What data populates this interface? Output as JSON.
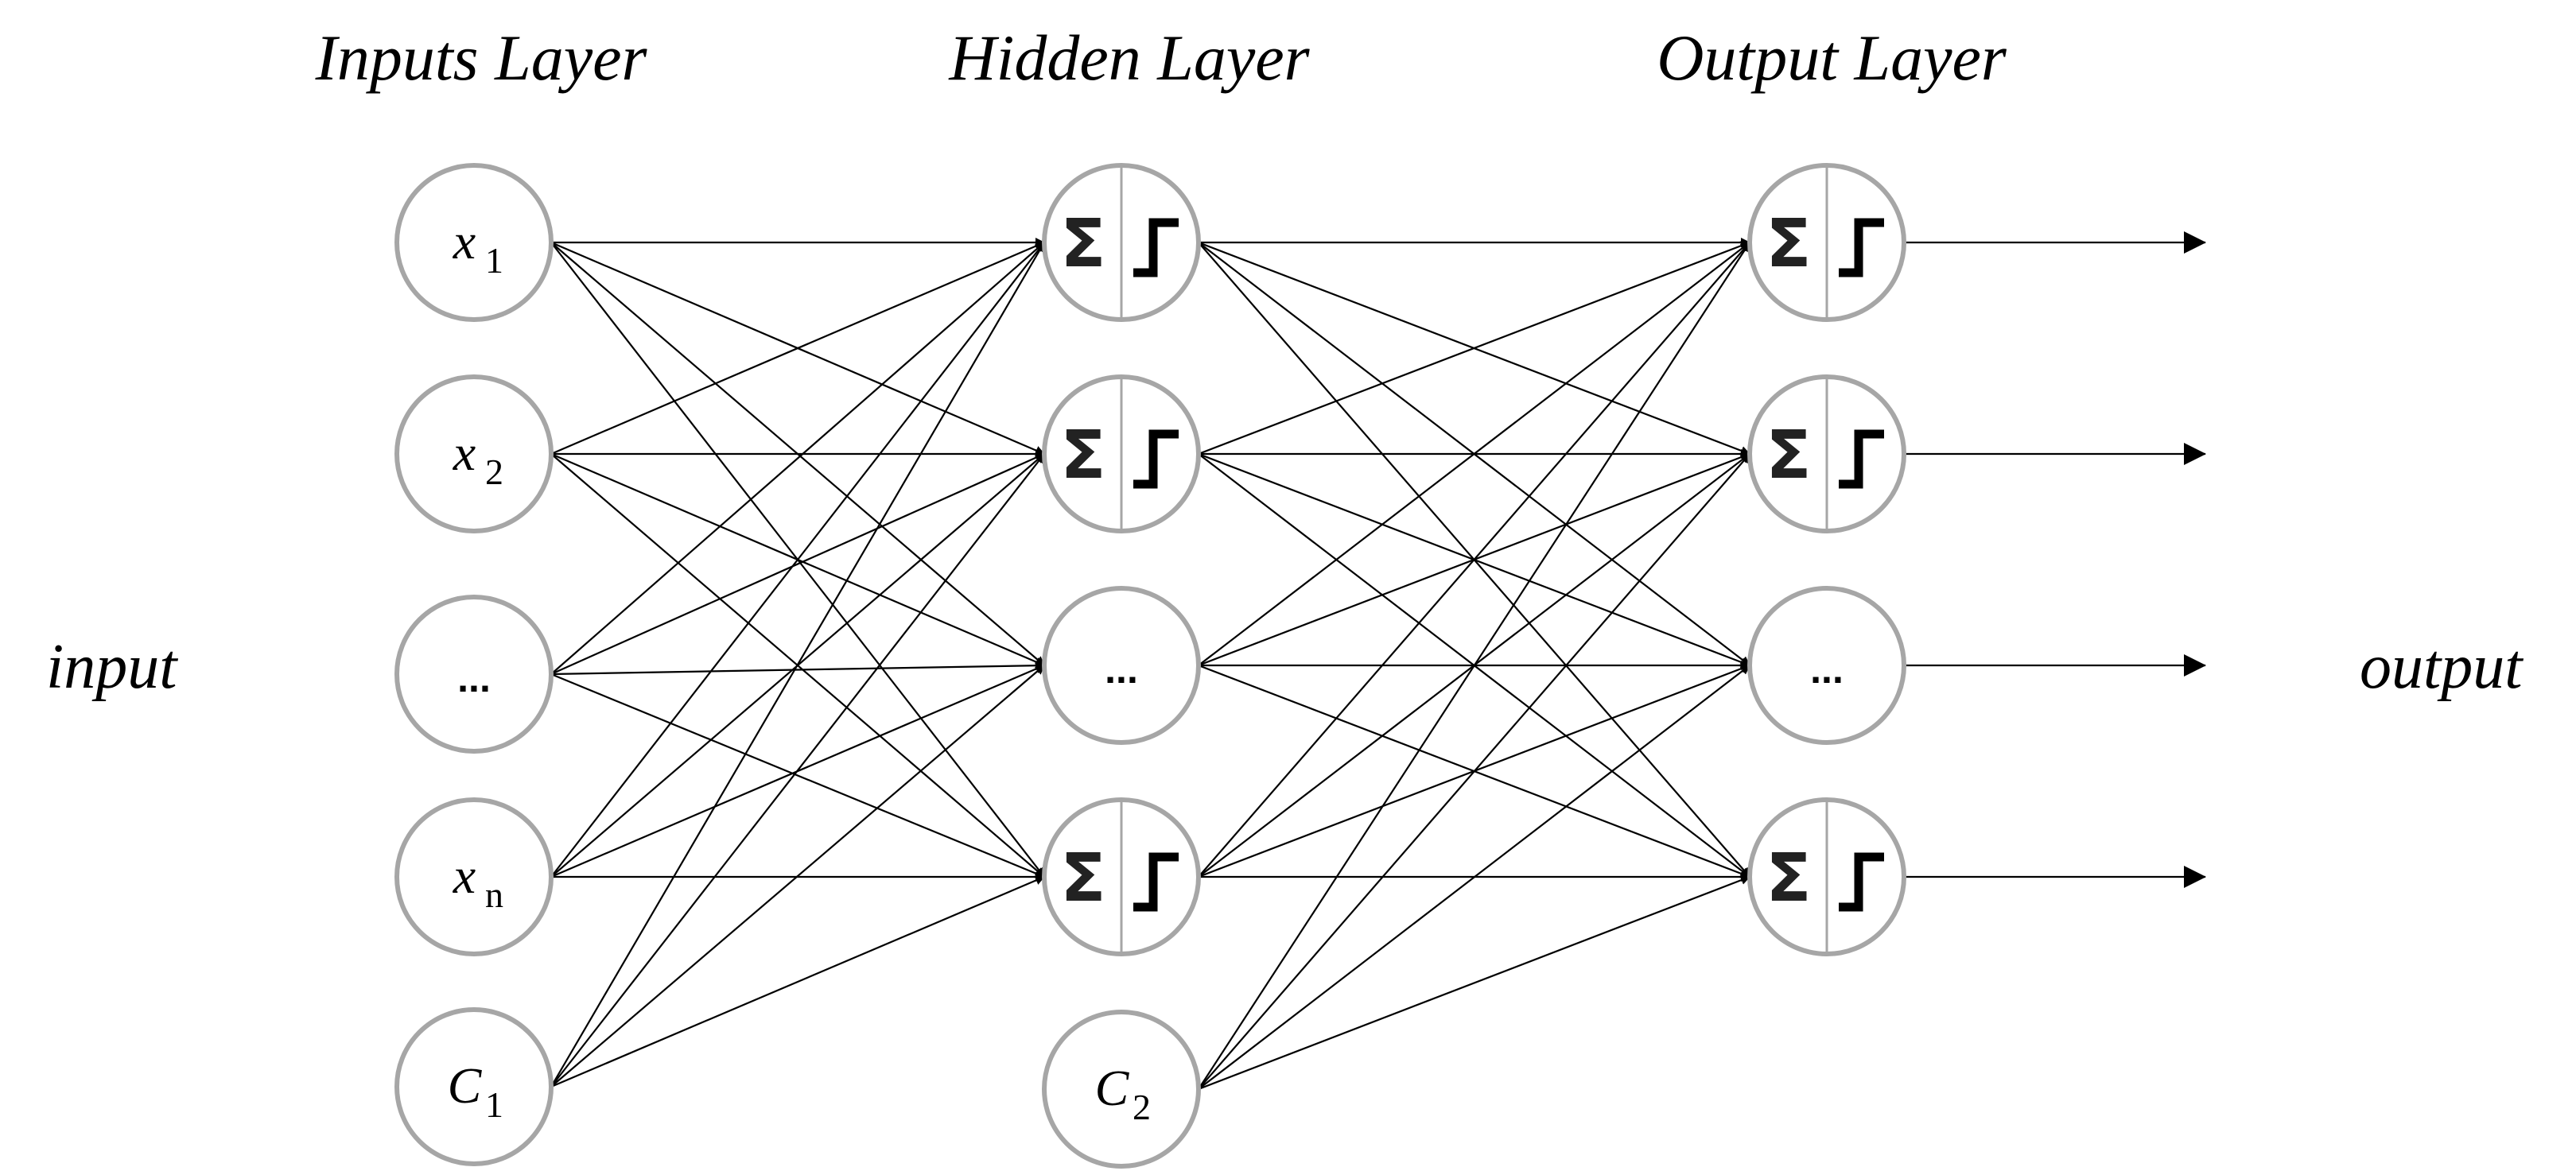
{
  "titles": {
    "input_layer": "Inputs Layer",
    "hidden_layer": "Hidden Layer",
    "output_layer": "Output Layer"
  },
  "side_labels": {
    "input": "input",
    "output": "output"
  },
  "colors": {
    "node_stroke": "#a6a6a6",
    "edge": "#000000",
    "sigma": "#222222",
    "background": "#ffffff"
  },
  "layers": {
    "input": {
      "nodes": [
        {
          "id": "x1",
          "type": "variable",
          "symbol": "x",
          "subscript": "1"
        },
        {
          "id": "x2",
          "type": "variable",
          "symbol": "x",
          "subscript": "2"
        },
        {
          "id": "x_dots",
          "type": "ellipsis",
          "text": "..."
        },
        {
          "id": "xn",
          "type": "variable",
          "symbol": "x",
          "subscript": "n"
        },
        {
          "id": "c1",
          "type": "bias",
          "symbol": "C",
          "subscript": "1"
        }
      ]
    },
    "hidden": {
      "nodes": [
        {
          "id": "h1",
          "type": "neuron",
          "sum_symbol": "Σ",
          "activation": "step"
        },
        {
          "id": "h2",
          "type": "neuron",
          "sum_symbol": "Σ",
          "activation": "step"
        },
        {
          "id": "h_dots",
          "type": "ellipsis",
          "text": "..."
        },
        {
          "id": "h4",
          "type": "neuron",
          "sum_symbol": "Σ",
          "activation": "step"
        },
        {
          "id": "c2",
          "type": "bias",
          "symbol": "C",
          "subscript": "2"
        }
      ]
    },
    "output": {
      "nodes": [
        {
          "id": "o1",
          "type": "neuron",
          "sum_symbol": "Σ",
          "activation": "step"
        },
        {
          "id": "o2",
          "type": "neuron",
          "sum_symbol": "Σ",
          "activation": "step"
        },
        {
          "id": "o_dots",
          "type": "ellipsis",
          "text": "..."
        },
        {
          "id": "o4",
          "type": "neuron",
          "sum_symbol": "Σ",
          "activation": "step"
        }
      ]
    }
  },
  "connections": {
    "input_to_hidden": "all input nodes connect to hidden nodes h1, h2, h_dots, h4",
    "hidden_to_output": "all hidden nodes connect to output nodes o1, o2, o_dots, o4",
    "output_arrows": 4
  }
}
